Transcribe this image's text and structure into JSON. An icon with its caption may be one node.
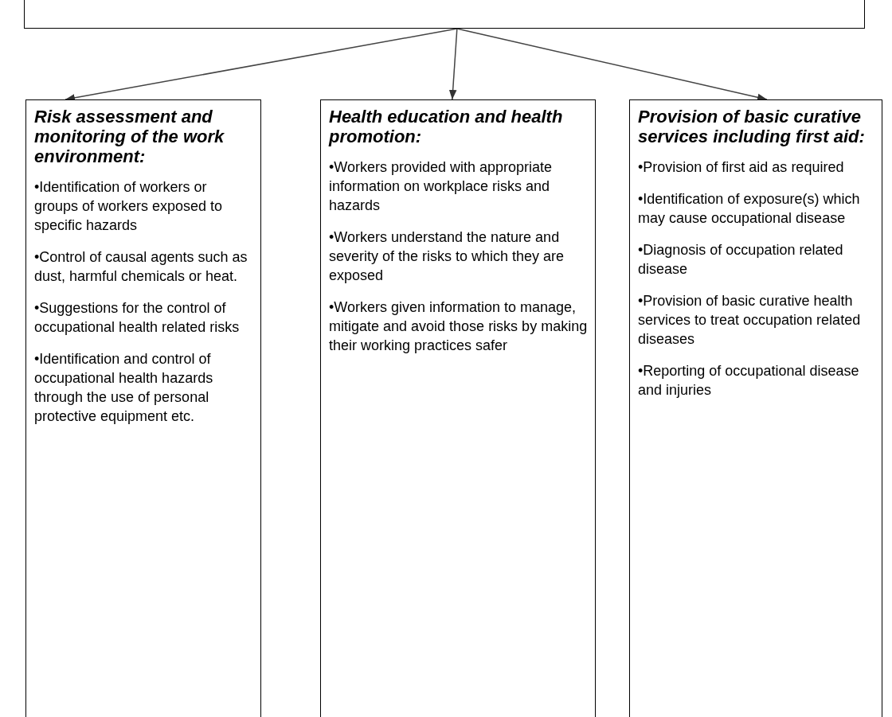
{
  "diagram": {
    "nodes": [
      {
        "text": [],
        "shape": "box"
      },
      {
        "text": [
          "Risk assessment and monitoring of the work environment:",
          "•Identification of workers or groups of workers exposed to specific hazards",
          "•Control of causal agents such as dust, harmful chemicals or heat.",
          "•Suggestions for the control of occupational health related risks",
          "•Identification and control of occupational health hazards through the use of personal protective equipment etc."
        ]
      },
      {
        "text": [
          "Health education and health promotion:",
          "•Workers provided with appropriate information on workplace risks and hazards",
          "•Workers understand the nature and severity of the risks to which they are exposed",
          "•Workers given information to manage, mitigate and avoid those risks by making their working practices safer"
        ]
      },
      {
        "text": [
          "Provision of basic curative services including first aid:",
          "•Provision of first aid as required",
          "•Identification of exposure(s) which may cause occupational disease",
          "•Diagnosis of occupation related disease",
          "•Provision of basic curative health services to treat occupation related diseases",
          "•Reporting of occupational disease and injuries"
        ]
      }
    ],
    "edges": [
      {
        "from": 0,
        "to": 1,
        "arrow": "to"
      },
      {
        "from": 0,
        "to": 2,
        "arrow": "to"
      },
      {
        "from": 0,
        "to": 3,
        "arrow": "to"
      }
    ]
  }
}
